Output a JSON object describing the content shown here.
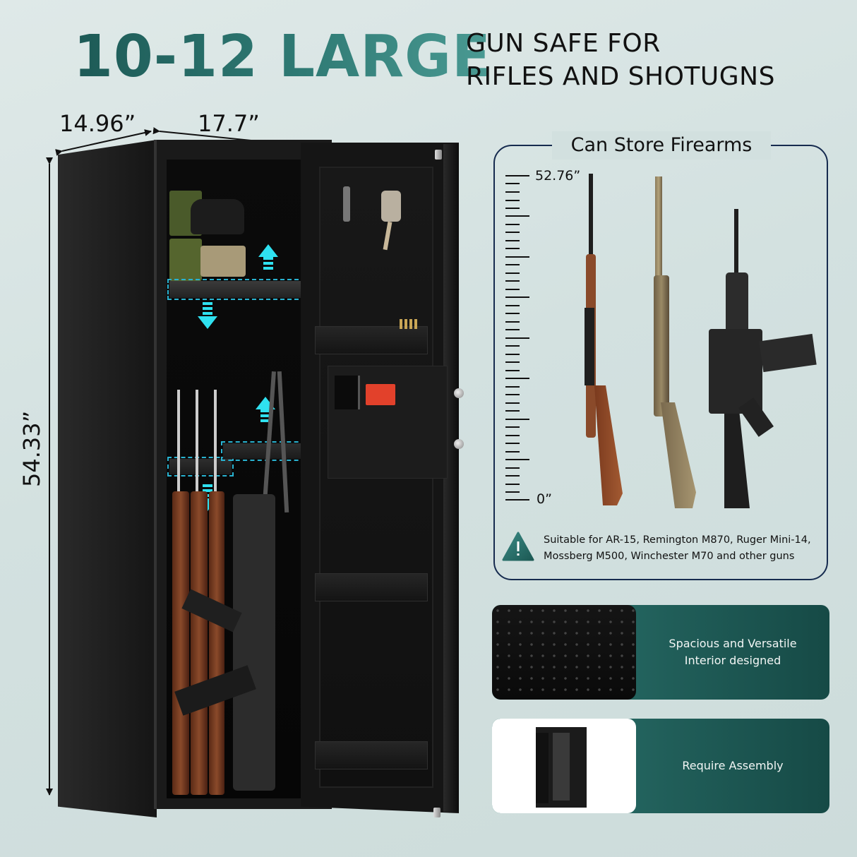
{
  "headline": {
    "big": "10-12 LARGE",
    "sub_line1": "GUN SAFE FOR",
    "sub_line2": "RIFLES AND SHOTUGNS"
  },
  "dimensions": {
    "depth": "14.96”",
    "width": "17.7”",
    "height": "54.33”"
  },
  "store_panel": {
    "title": "Can Store Firearms",
    "ruler_top": "52.76”",
    "ruler_bottom": "0”",
    "firearms": [
      {
        "name": "wood-stock-rifle",
        "color": "#8a4a2a"
      },
      {
        "name": "camo-shotgun",
        "color": "#8a7a5a"
      },
      {
        "name": "ar-15-rifle",
        "color": "#2c2c2c"
      }
    ],
    "note_line1": "Suitable for AR-15, Remington M870, Ruger Mini-14,",
    "note_line2": "Mossberg M500, Winchester M70 and other guns"
  },
  "features": [
    {
      "label_line1": "Spacious and Versatile",
      "label_line2": "Interior designed"
    },
    {
      "label_line1": "Require Assembly",
      "label_line2": ""
    }
  ],
  "colors": {
    "accent_teal": "#2e7a74",
    "frame_navy": "#162b4f",
    "highlight_cyan": "#2fe1f0",
    "label_red": "#e2412b"
  }
}
